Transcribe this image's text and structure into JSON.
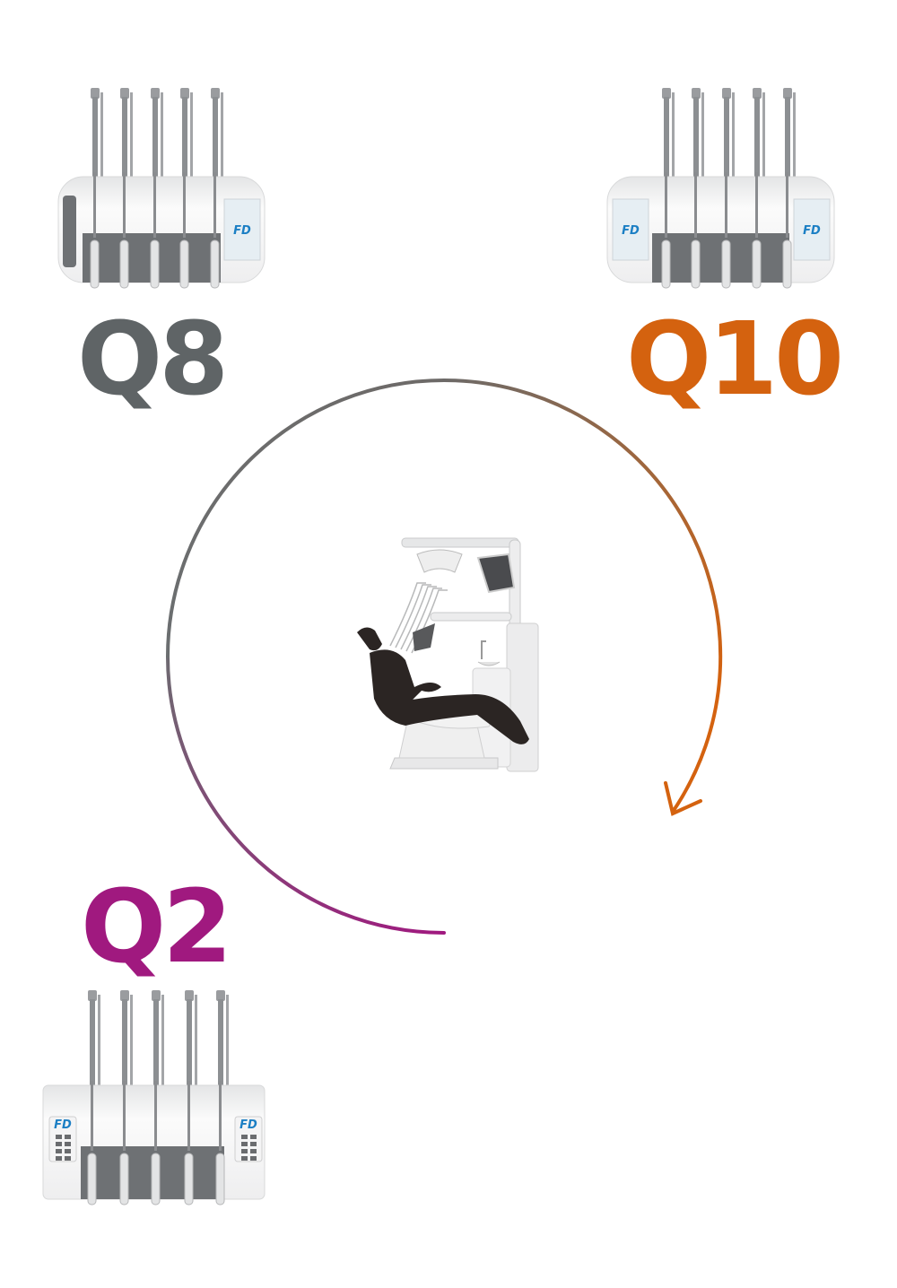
{
  "units": [
    {
      "label": "Q8",
      "color": "#5f6466"
    },
    {
      "label": "Q10",
      "color": "#d4620f"
    },
    {
      "label": "Q2",
      "color": "#a0197f"
    }
  ],
  "logo_text": "FD",
  "colors": {
    "arc_start": "#a0197f",
    "arc_mid": "#6b6e70",
    "arc_end": "#d4620f",
    "panel": "#6e7174",
    "hose": "#8c8f92"
  }
}
